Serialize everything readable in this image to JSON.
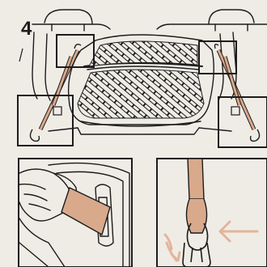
{
  "step": {
    "number": "4"
  },
  "colors": {
    "background": "#efece6",
    "line": "#1c1c1c",
    "strap": "#d9a98c",
    "strap_outline": "#1c1c1c",
    "arrow": "#e2b59a",
    "frame": "#1c1c1c"
  },
  "panels": [
    {
      "name": "overview",
      "content": "cargo-area-with-tether-straps"
    },
    {
      "name": "detail-buckle",
      "content": "strap-through-buckle"
    },
    {
      "name": "detail-hook",
      "content": "strap-loop-with-hook-and-arrows"
    }
  ]
}
